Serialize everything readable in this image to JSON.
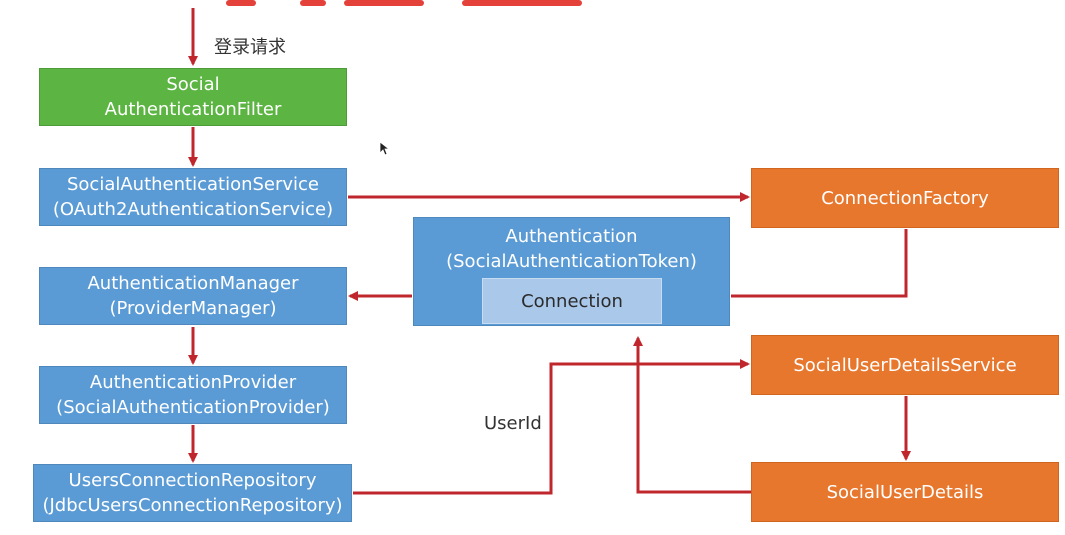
{
  "top_label": "登录请求",
  "userid_label": "UserId",
  "boxes": {
    "social_filter": [
      "Social",
      "AuthenticationFilter"
    ],
    "social_auth_service": [
      "SocialAuthenticationService",
      "(OAuth2AuthenticationService)"
    ],
    "auth_manager": [
      "AuthenticationManager",
      "(ProviderManager)"
    ],
    "auth_provider": [
      "AuthenticationProvider",
      "(SocialAuthenticationProvider)"
    ],
    "users_conn_repo": [
      "UsersConnectionRepository",
      "(JdbcUsersConnectionRepository)"
    ],
    "authentication": [
      "Authentication",
      "(SocialAuthenticationToken)"
    ],
    "connection": "Connection",
    "connection_factory": "ConnectionFactory",
    "social_user_details_service": "SocialUserDetailsService",
    "social_user_details": "SocialUserDetails"
  },
  "colors": {
    "green": "#5cb543",
    "blue": "#5b9bd5",
    "orange": "#e8772e",
    "arrow": "#c0272d"
  }
}
